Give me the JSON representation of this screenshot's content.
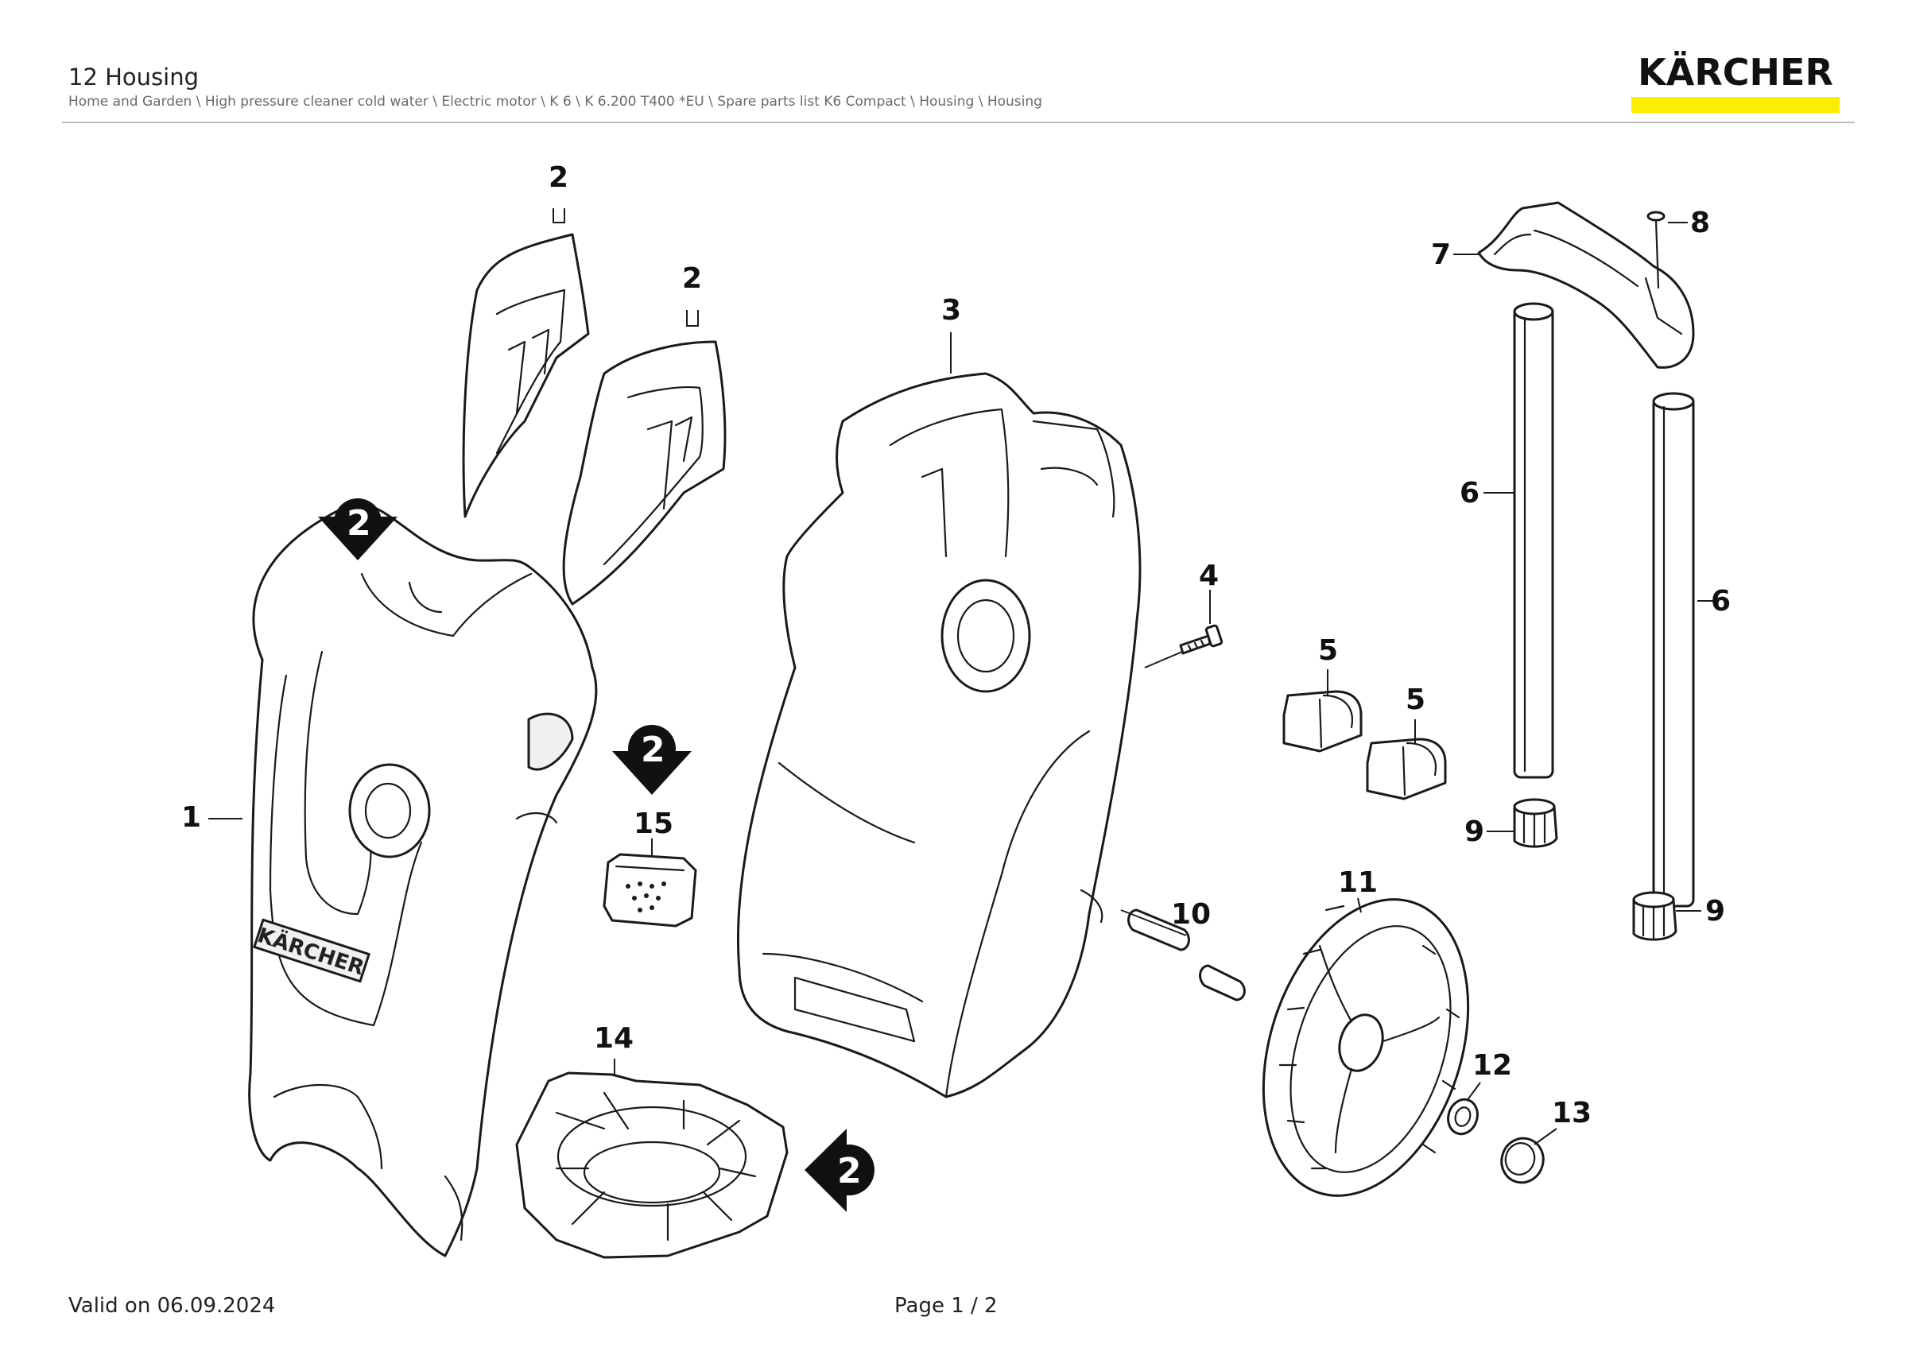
{
  "header": {
    "title": "12 Housing",
    "breadcrumb": "Home and Garden \\ High pressure cleaner cold water \\ Electric motor \\ K 6 \\ K 6.200 T400 *EU \\ Spare parts list K6 Compact \\ Housing \\ Housing",
    "logo_text": "KÄRCHER",
    "brand_colors": {
      "yellow": "#ffed00",
      "text": "#111111"
    }
  },
  "diagram": {
    "callouts": [
      "1",
      "2",
      "2",
      "3",
      "4",
      "5",
      "5",
      "6",
      "6",
      "7",
      "8",
      "9",
      "9",
      "10",
      "11",
      "12",
      "13",
      "14",
      "15"
    ],
    "markers": [
      "2",
      "2",
      "2"
    ]
  },
  "footer": {
    "valid_on": "Valid on 06.09.2024",
    "page": "Page 1 / 2"
  }
}
